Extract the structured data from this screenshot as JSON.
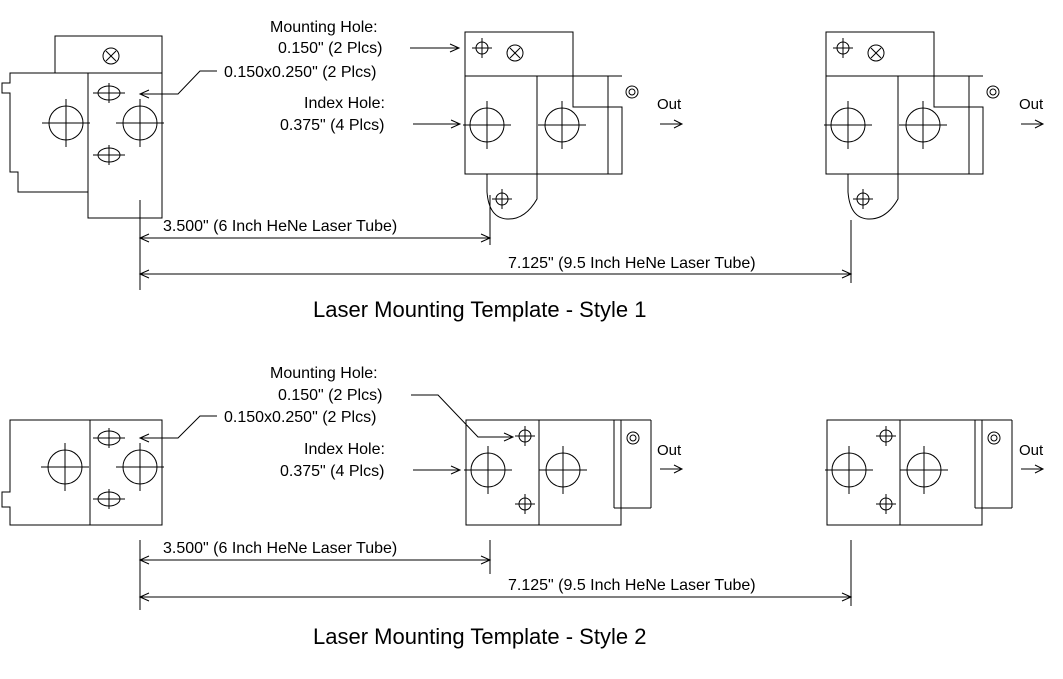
{
  "style1": {
    "label_mounting_hole": "Mounting Hole:",
    "label_mounting_size": "0.150\" (2 Plcs)",
    "label_slot_size": "0.150x0.250\" (2 Plcs)",
    "label_index_hole": "Index Hole:",
    "label_index_size": "0.375\" (4 Plcs)",
    "out_label_a": "Out",
    "out_label_b": "Out",
    "dim_short": "3.500\" (6 Inch HeNe Laser Tube)",
    "dim_long": "7.125\" (9.5 Inch HeNe Laser Tube)",
    "caption": "Laser Mounting Template - Style 1"
  },
  "style2": {
    "label_mounting_hole": "Mounting Hole:",
    "label_mounting_size": "0.150\" (2 Plcs)",
    "label_slot_size": "0.150x0.250\" (2 Plcs)",
    "label_index_hole": "Index Hole:",
    "label_index_size": "0.375\" (4 Plcs)",
    "out_label_a": "Out",
    "out_label_b": "Out",
    "dim_short": "3.500\" (6 Inch HeNe Laser Tube)",
    "dim_long": "7.125\" (9.5 Inch HeNe Laser Tube)",
    "caption": "Laser Mounting Template - Style 2"
  }
}
